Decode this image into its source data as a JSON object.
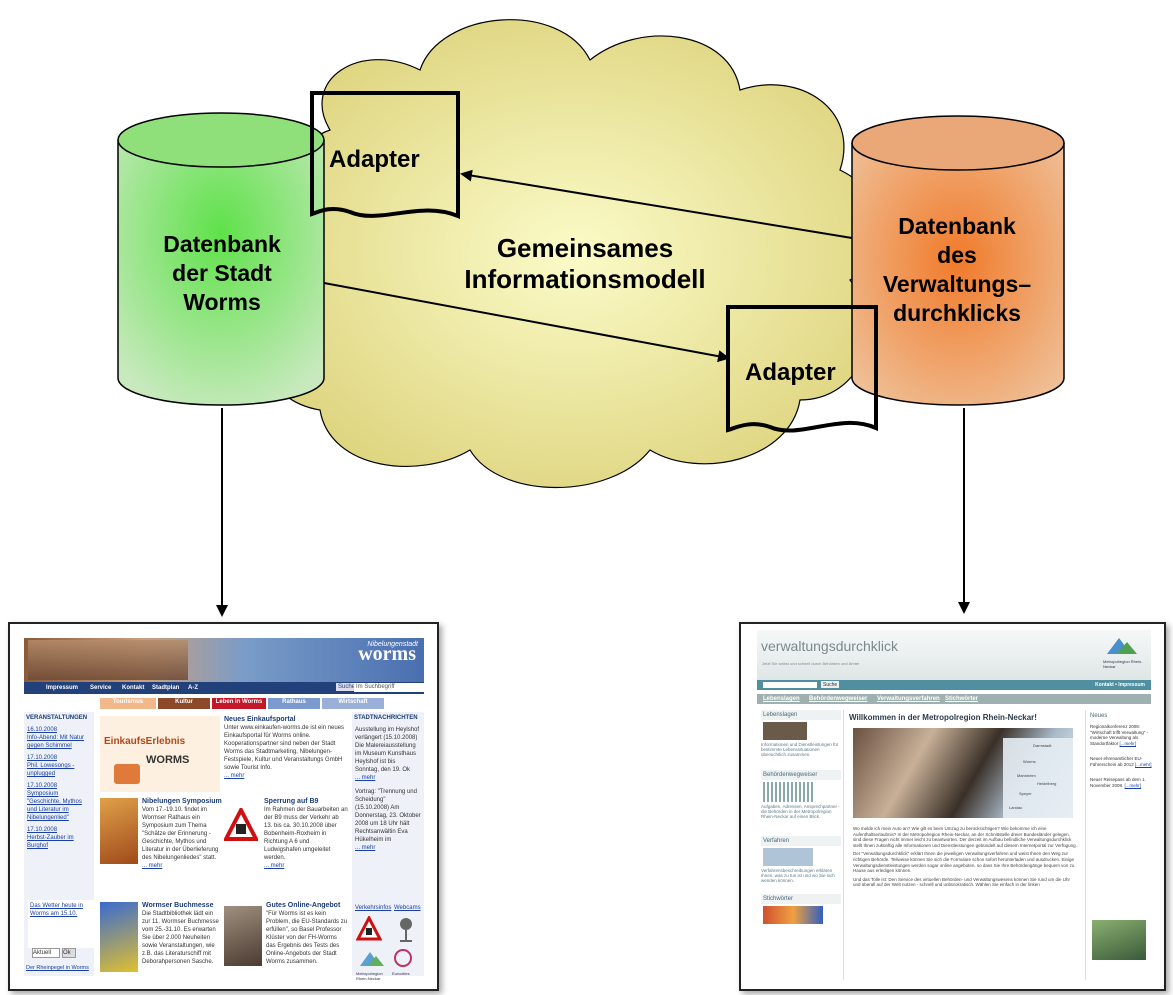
{
  "diagram": {
    "cloud_label_line1": "Gemeinsames",
    "cloud_label_line2": "Informationsmodell",
    "left_db": {
      "line1": "Datenbank",
      "line2": "der Stadt",
      "line3": "Worms",
      "color": "#5fd14a"
    },
    "right_db": {
      "line1": "Datenbank",
      "line2": "des",
      "line3": "Verwaltungs–",
      "line4": "durchklicks",
      "color": "#e8914a"
    },
    "adapter_top": "Adapter",
    "adapter_bottom": "Adapter",
    "cloud_color": "#f6f29a"
  },
  "worms_site": {
    "logo_small": "Nibelungenstadt",
    "logo": "worms",
    "topnav": [
      "Impressum",
      "Service",
      "Kontakt",
      "Stadtplan",
      "A-Z"
    ],
    "search_button": "Suche",
    "search_value": "Im Suchbegriff",
    "tabs": [
      "Tourismus",
      "Kultur",
      "Leben in Worms",
      "Rathaus",
      "Wirtschaft"
    ],
    "left_heading": "VERANSTALTUNGEN",
    "events": [
      {
        "date": "16.10.2008",
        "text": "Info-Abend: Mit Natur gegen Schimmel"
      },
      {
        "date": "17.10.2008",
        "text": "Phil. Lowesongs - unplugged"
      },
      {
        "date": "17.10.2008",
        "text": "Symposium \"Geschichte, Mythos und Literatur im Nibelungenlied\""
      },
      {
        "date": "17.10.2008",
        "text": "Herbst-Zauber im Burghof"
      }
    ],
    "weather_text": "Das Wetter heute in Worms am 15.10.",
    "select_value": "Aktuell",
    "go_button": "Ok",
    "left_bottom_link": "Der Rheinpegel in Worms",
    "banner_title": "EinkaufsErlebnis",
    "banner_sub": "WORMS",
    "main_items": [
      {
        "title": "Neues Einkaufsportal",
        "text": "Unter www.einkaufen-worms.de ist ein neues Einkaufsportal für Worms online. Kooperationspartner sind neben der Stadt Worms das Stadtmarketing, Nibelungen-Festspiele, Kultur und Veranstaltungs GmbH sowie Tourist Info.",
        "more": "... mehr"
      },
      {
        "title": "Nibelungen Symposium",
        "text": "Vom 17.-19.10. findet im Wormser Rathaus ein Symposium zum Thema \"Schätze der Erinnerung - Geschichte, Mythos und Literatur in der Überlieferung des Nibelungenliedes\" statt.",
        "more": "... mehr"
      },
      {
        "title": "Sperrung auf B9",
        "text": "Im Rahmen der Bauarbeiten an der B9 muss der Verkehr ab 13. bis ca. 30.10.2008 über Bobenheim-Roxheim in Richtung A 6 und Ludwigshafen umgeleitet werden.",
        "more": "... mehr"
      },
      {
        "title": "Wormser Buchmesse",
        "text": "Die Stadtbibliothek lädt ein zur 11. Wormser Buchmesse vom 25.-31.10. Es erwarten Sie über 2.000 Neuheiten sowie Veranstaltungen, wie z.B. das Literaturschiff mit Deborahpersonen Sasche.",
        "more": ""
      },
      {
        "title": "Gutes Online-Angebot",
        "text": "\"Für Worms ist es kein Problem, die EU-Standards zu erfüllen\", so Basel Professor Klüster von der FH-Worms das Ergebnis des Tests des Online-Angebots der Stadt Worms zusammen.",
        "more": ""
      }
    ],
    "right_heading": "STADTNACHRICHTEN",
    "news": [
      {
        "text": "Ausstellung im Heylshof verlängert (15.10.2008) Die Malereiausstellung im Museum Kunsthaus Heylshof ist bis Sonntag, den 19. Ok",
        "more": "... mehr"
      },
      {
        "text": "Vortrag: \"Trennung und Scheidung\" (15.10.2008) Am Donnerstag, 23. Oktober 2008 um 18 Uhr hält Rechtsanwältin Eva Hükelheim im",
        "more": "... mehr"
      }
    ],
    "right_labels": [
      "Verkehrsinfos",
      "Webcams"
    ],
    "footer_logos": [
      "Metropolregion Rhein-Neckar",
      "Eurocities"
    ]
  },
  "vd_site": {
    "title": "verwaltungsdurchklick",
    "subtitle": "Jetzt Sie selbst und schnell durch Behörden und Ämter",
    "logo_text": "Metropolregion Rhein-Neckar",
    "search_button": "Suche",
    "header_links": "Kontakt • Impressum",
    "nav": [
      "Lebenslagen",
      "Behördenwegweiser",
      "Verwaltungsverfahren",
      "Stichwörter"
    ],
    "sidebar": [
      {
        "heading": "Lebenslagen",
        "text": "Informationen und Dienstleistungen für bestimmte Lebenssituationen übersichtlich zusammen."
      },
      {
        "heading": "Behördenwegweiser",
        "text": "Aufgaben, Adressen, Ansprechpartner - die Behörden in der Metropolregion Rhein-Neckar auf einen Blick."
      },
      {
        "heading": "Verfahren",
        "text": "Verfahrensbeschreibungen erklären Ihnen, was zu tun ist und wo Sie sich wenden können."
      },
      {
        "heading": "Stichwörter",
        "text": ""
      }
    ],
    "main_title": "Willkommen in der Metropolregion Rhein-Neckar!",
    "map_cities": [
      "Darmstadt",
      "Worms",
      "Mannheim",
      "Heidelberg",
      "Speyer",
      "Landau"
    ],
    "paragraphs": [
      "Wo melde ich mein Auto an? Wie gilt es beim Umzug zu berücksichtigen? Wie bekomme ich eine Aufenthaltserlaubnis? In der Metropolregion Rhein-Neckar, an der Schnittstelle dreier Bundesländer gelegen, sind diese Fragen nicht immer leicht zu beantworten. Der derzeit im Aufbau befindliche Verwaltungsdurchklick stellt Ihnen zukünftig alle Informationen und Dienstleistungen gebündelt auf diesem Internetportal zur Verfügung.",
      "Der \"Verwaltungsdurchklick\" erklärt Ihnen die jeweiligen Verwaltungsverfahren und weist Ihnen den Weg zur richtigen Behörde. Teilweise können Sie sich die Formulare schon sofort herunterladen und ausdrucken. Einige Verwaltungsdienstleistungen werden sogar online angeboten, so dass Sie Ihre Behördengänge bequem von zu Hause aus erledigen können.",
      "Und das Tolle ist: Den Service des virtuellen Behörden- und Verwaltungswesens können Sie rund um die Uhr und überall auf der Welt nutzen - schnell und unbürokratisch. Wählen Sie einfach in der linken"
    ],
    "right_heading": "Neues",
    "right_items": [
      {
        "text": "Regionalkonferenz 2008: \"Wirtschaft trifft Verwaltung\" - moderne Verwaltung als Standortfaktor",
        "more": "[...mehr]"
      },
      {
        "text": "Neuer ehrenamtlicher EU-Führerschein ab 2012",
        "more": "[...mehr]"
      },
      {
        "text": "Neuer Reisepass ab dem 1. November 2008.",
        "more": "[...mehr]"
      }
    ]
  }
}
